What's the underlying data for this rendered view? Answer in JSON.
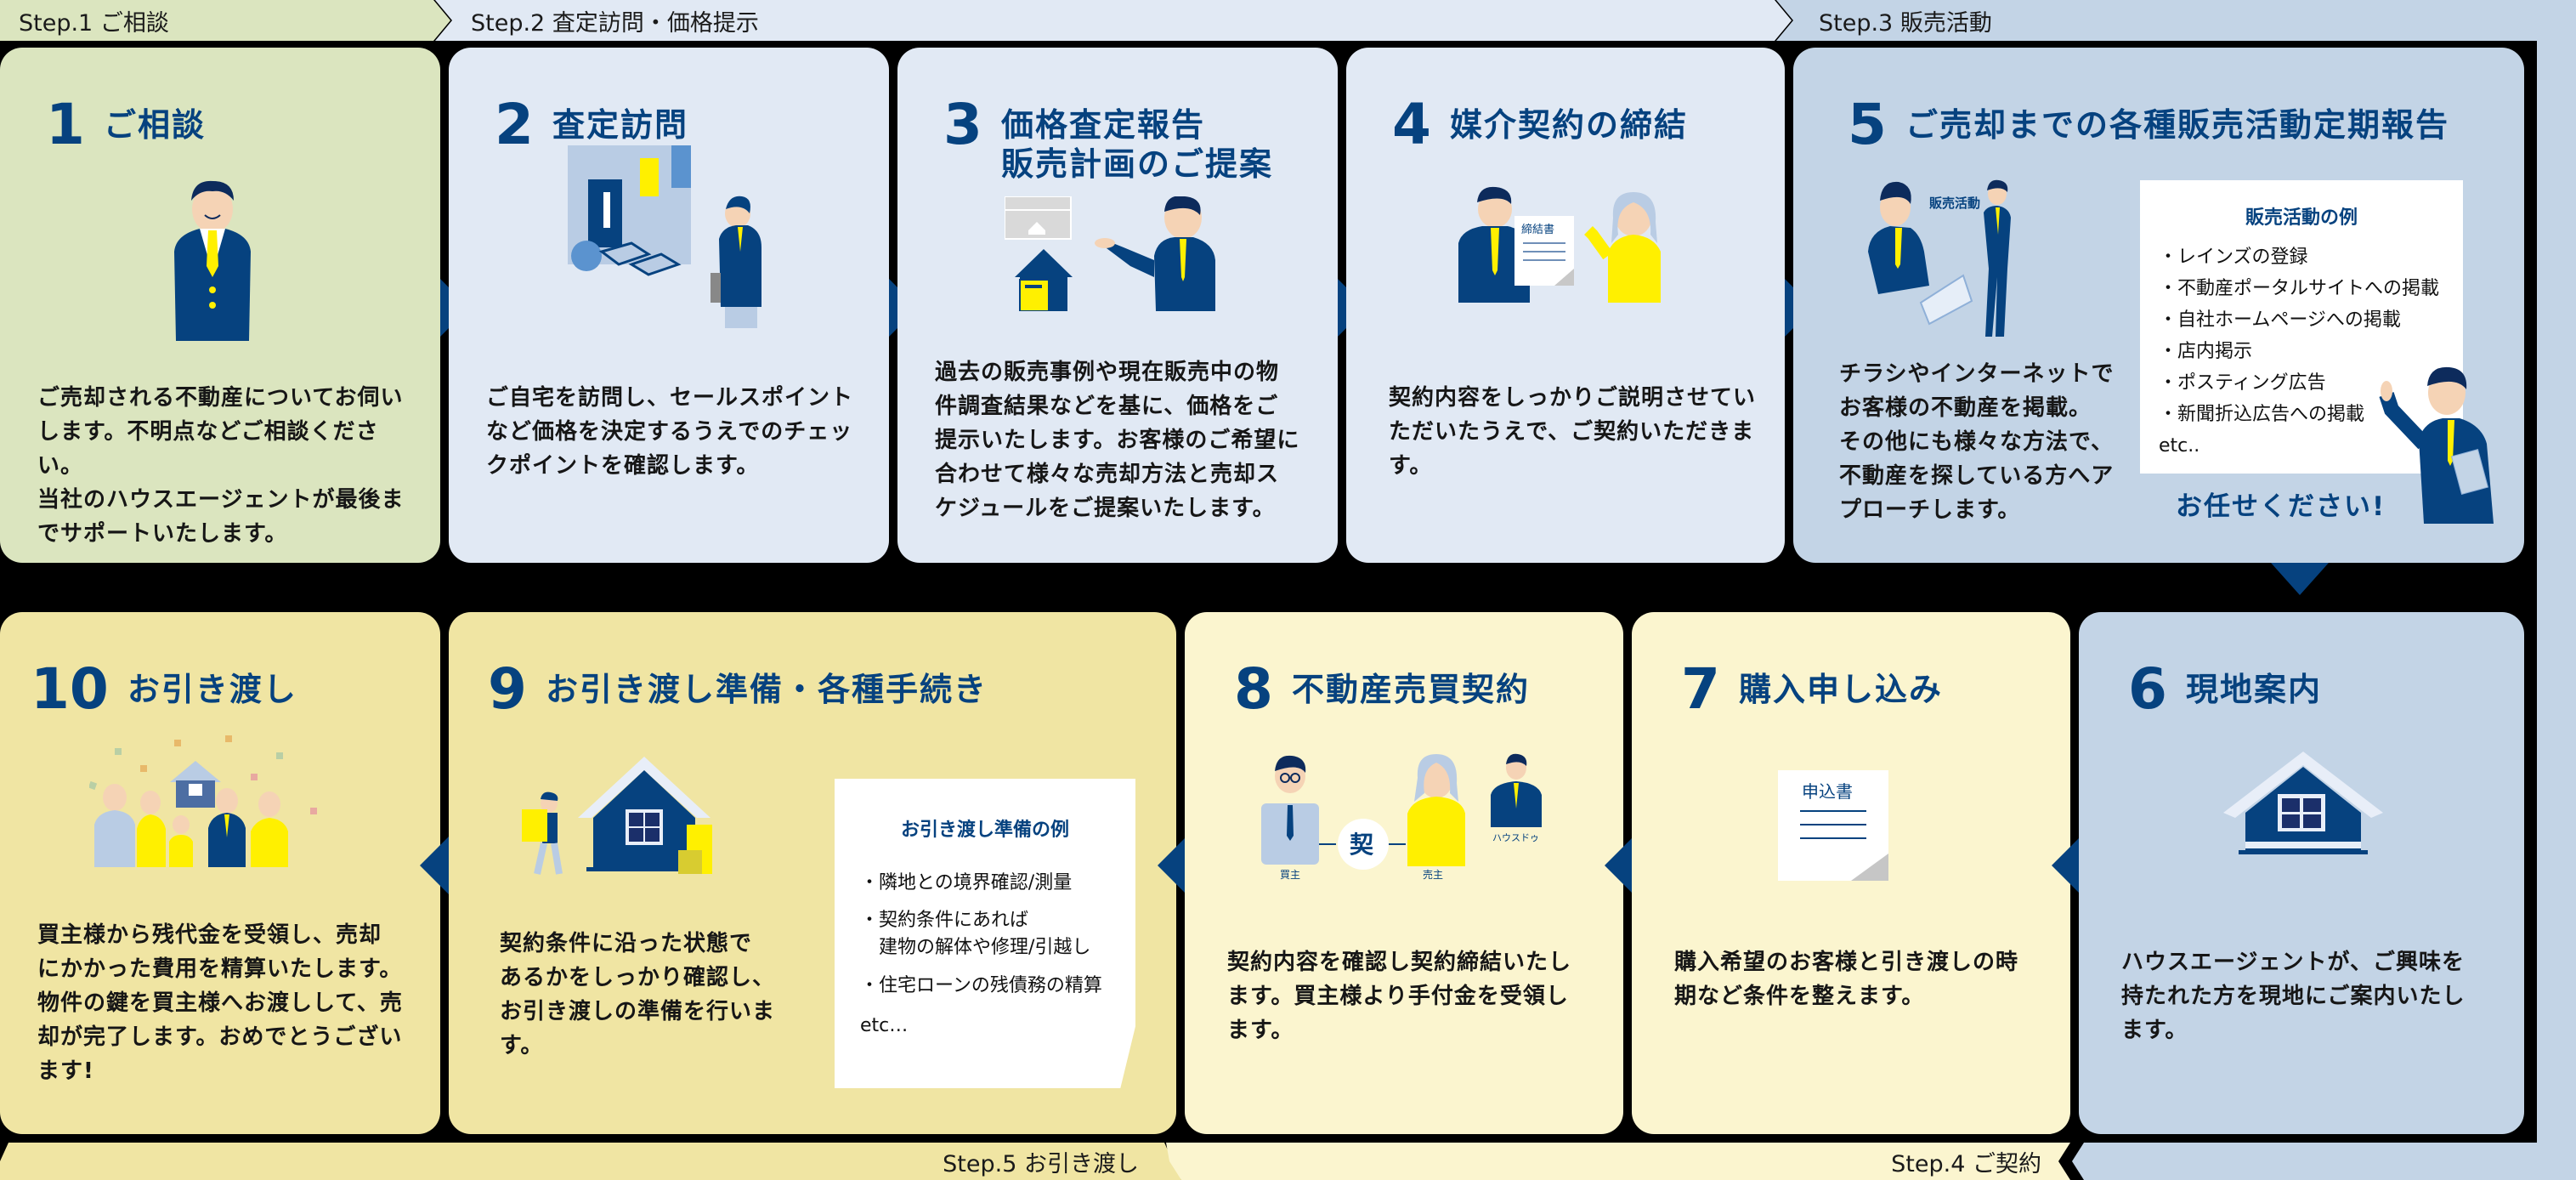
{
  "colors": {
    "navy": "#06427f",
    "yellow": "#fff000",
    "step1_bg": "#dbe5bf",
    "step2_bg": "#e1e9f4",
    "step3_bg": "#c3d4e6",
    "step4_bg": "#fbf5cf",
    "step5_bg": "#f0e5a3"
  },
  "steps": {
    "step1": "Step.1  ご相談",
    "step2": "Step.2  査定訪問・価格提示",
    "step3": "Step.3  販売活動",
    "step4": "Step.4  ご契約",
    "step5": "Step.5 お引き渡し"
  },
  "cards": [
    {
      "num": "1",
      "title": "ご相談",
      "desc": [
        "ご売却される不動産についてお伺い",
        "します。不明点などご相談ください。",
        "当社のハウスエージェントが最後ま",
        "でサポートいたします。"
      ]
    },
    {
      "num": "2",
      "title": "査定訪問",
      "desc": [
        "ご自宅を訪問し、セールスポイント",
        "など価格を決定するうえでのチェッ",
        "クポイントを確認します。"
      ]
    },
    {
      "num": "3",
      "title_lines": [
        "価格査定報告",
        "販売計画のご提案"
      ],
      "desc": [
        "過去の販売事例や現在販売中の物",
        "件調査結果などを基に、価格をご",
        "提示いたします。お客様のご希望に",
        "合わせて様々な売却方法と売却ス",
        "ケジュールをご提案いたします。"
      ]
    },
    {
      "num": "4",
      "title": "媒介契約の締結",
      "doc_label": "締結書",
      "desc": [
        "契約内容をしっかりご説明させてい",
        "ただいたうえで、ご契約いただきます。"
      ]
    },
    {
      "num": "5",
      "title": "ご売却までの各種販売活動定期報告",
      "illus_label": "販売活動",
      "desc": [
        "チラシやインターネットで",
        "お客様の不動産を掲載。",
        "その他にも様々な方法で、",
        "不動産を探している方へア",
        "プローチします。"
      ],
      "examples_title": "販売活動の例",
      "examples": [
        "・レインズの登録",
        "・不動産ポータルサイトへの掲載",
        "・自社ホームページへの掲載",
        "・店内掲示",
        "・ポスティング広告",
        "・新聞折込広告への掲載",
        "etc.."
      ],
      "cta": "お任せください!"
    },
    {
      "num": "6",
      "title": "現地案内",
      "desc": [
        "ハウスエージェントが、ご興味を",
        "持たれた方を現地にご案内いたし",
        "ます。"
      ]
    },
    {
      "num": "7",
      "title": "購入申し込み",
      "doc_label": "申込書",
      "desc": [
        "購入希望のお客様と引き渡しの時",
        "期など条件を整えます。"
      ]
    },
    {
      "num": "8",
      "title": "不動産売買契約",
      "buyer_label": "買主",
      "seller_label": "売主",
      "agent_label": "ハウスドゥ",
      "seal": "契",
      "desc": [
        "契約内容を確認し契約締結いたし",
        "ます。買主様より手付金を受領し",
        "ます。"
      ]
    },
    {
      "num": "9",
      "title": "お引き渡し準備・各種手続き",
      "desc": [
        "契約条件に沿った状態で",
        "あるかをしっかり確認し、",
        "お引き渡しの準備を行いま",
        "す。"
      ],
      "examples_title": "お引き渡し準備の例",
      "examples": [
        "・隣地との境界確認/測量",
        "・契約条件にあれば",
        "　建物の解体や修理/引越し",
        "・住宅ローンの残債務の精算",
        "etc…"
      ]
    },
    {
      "num": "10",
      "title": "お引き渡し",
      "desc": [
        "買主様から残代金を受領し、売却",
        "にかかった費用を精算いたします。",
        "物件の鍵を買主様へお渡しして、売",
        "却が完了します。おめでとうござい",
        "ます!"
      ]
    }
  ]
}
